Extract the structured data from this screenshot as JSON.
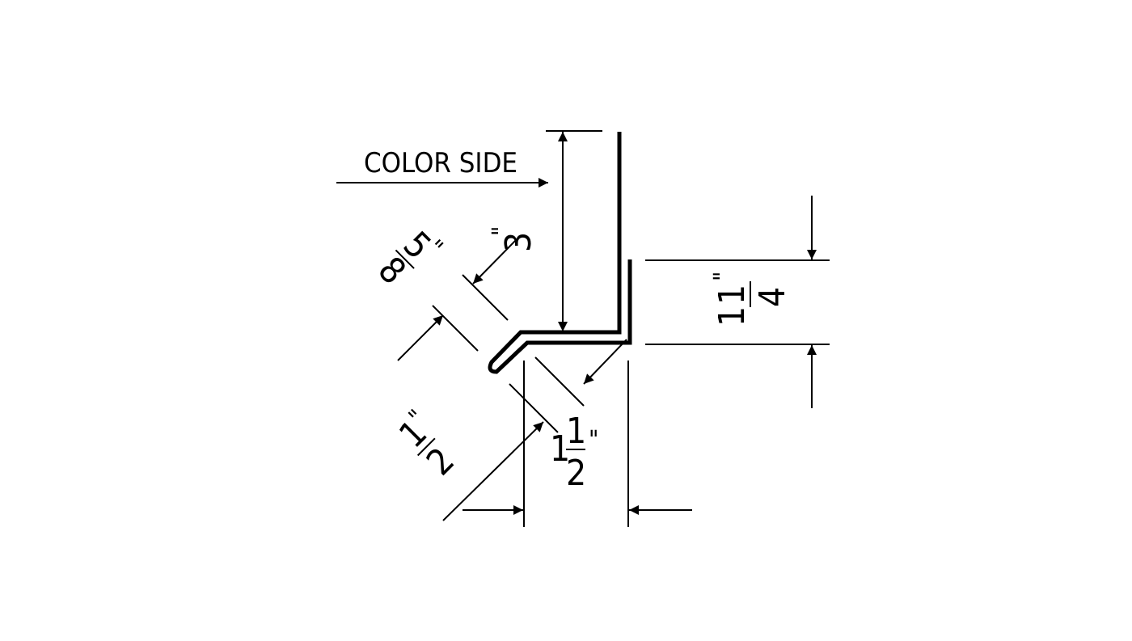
{
  "drawing": {
    "title_label": "COLOR SIDE",
    "line_color": "#000000",
    "background": "#ffffff",
    "dimensions": {
      "hem_width": {
        "num": "5",
        "den": "8",
        "unit": "\""
      },
      "top_flange": {
        "text": "3",
        "unit": "\""
      },
      "right_leg": {
        "whole": "1",
        "num": "1",
        "den": "4",
        "unit": "\""
      },
      "bottom_offset": {
        "whole": "1",
        "num": "1",
        "den": "2",
        "unit": "\""
      },
      "bottom_hem": {
        "num": "1",
        "den": "2",
        "unit": "\""
      }
    }
  }
}
